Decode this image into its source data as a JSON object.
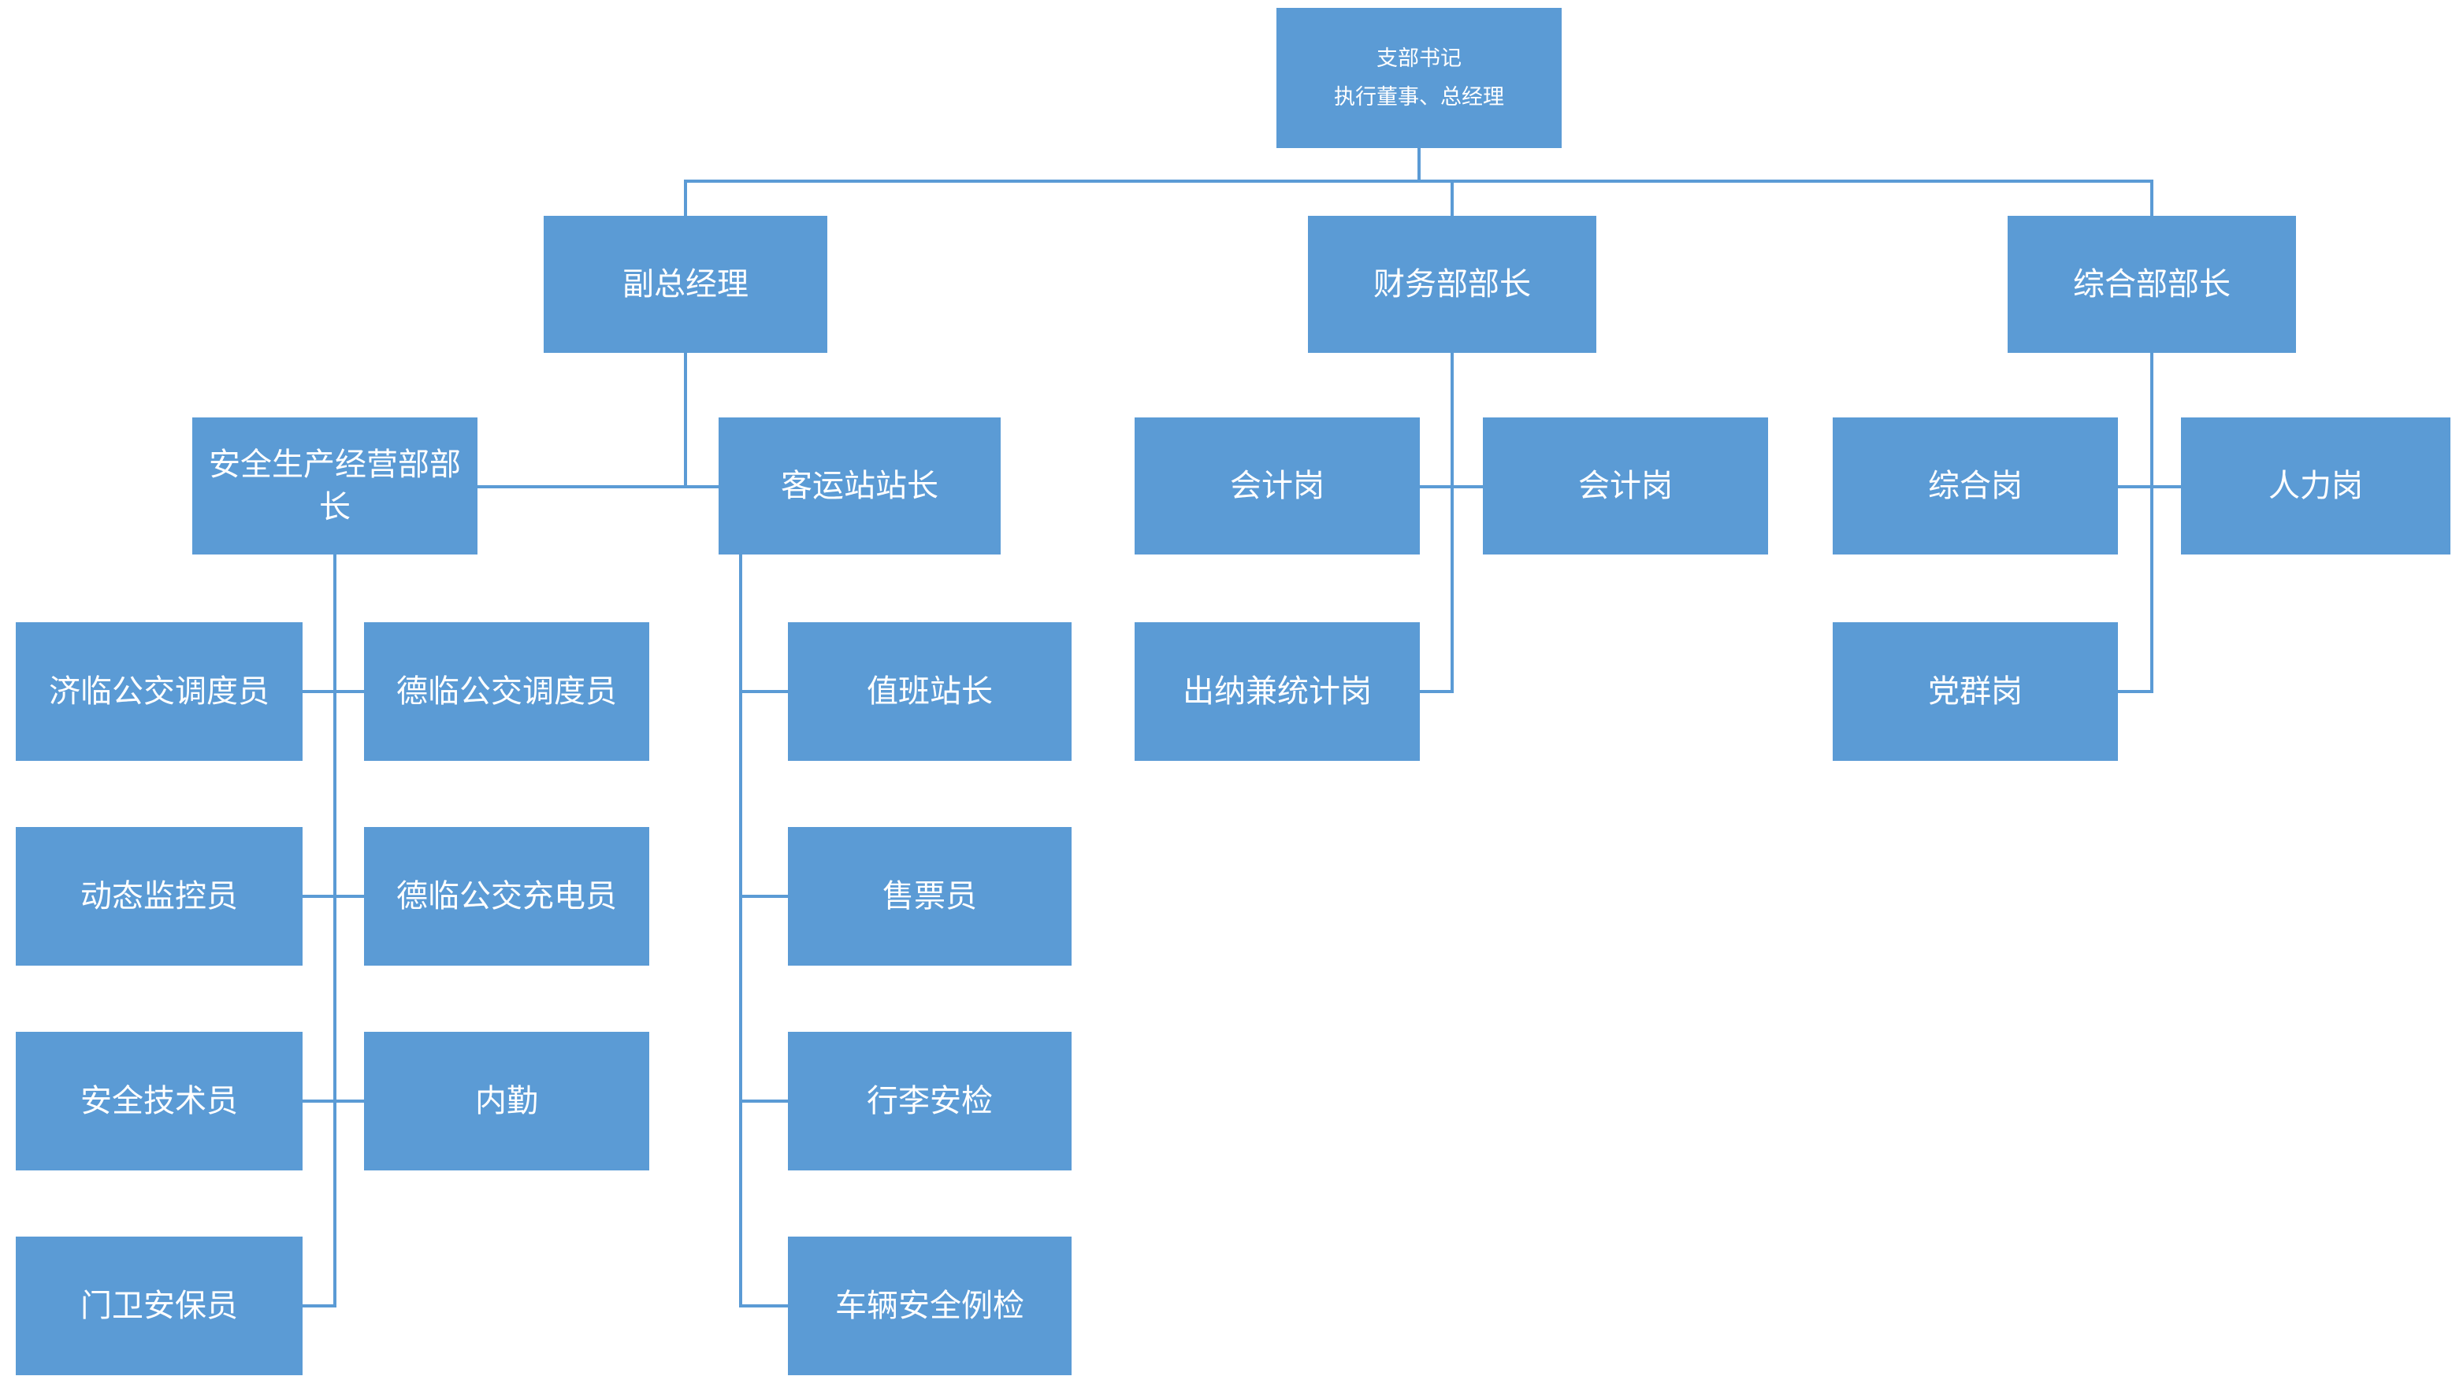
{
  "diagram": {
    "type": "org-chart",
    "description": "公司组织结构图"
  },
  "colors": {
    "box_fill": "#5b9bd5",
    "box_text": "#ffffff",
    "line_color": "#5b9bd5",
    "background": "#ffffff"
  },
  "nodes": {
    "secretary": {
      "label": "支部书记",
      "label2": "执行董事、总经理"
    },
    "deputy_gm": {
      "label": "副总经理"
    },
    "finance_head": {
      "label": "财务部部长"
    },
    "general_head": {
      "label": "综合部部长"
    },
    "safety_head": {
      "label": "安全生产经营部部长"
    },
    "station_master": {
      "label": "客运站站长"
    },
    "accountant_1": {
      "label": "会计岗"
    },
    "accountant_2": {
      "label": "会计岗"
    },
    "general_post": {
      "label": "综合岗"
    },
    "hr_post": {
      "label": "人力岗"
    },
    "jilin_dispatcher": {
      "label": "济临公交调度员"
    },
    "delin_dispatcher": {
      "label": "德临公交调度员"
    },
    "duty_master": {
      "label": "值班站长"
    },
    "cashier": {
      "label": "出纳兼统计岗"
    },
    "party_post": {
      "label": "党群岗"
    },
    "monitor": {
      "label": "动态监控员"
    },
    "delin_charger": {
      "label": "德临公交充电员"
    },
    "ticket_seller": {
      "label": "售票员"
    },
    "safety_tech": {
      "label": "安全技术员"
    },
    "office_clerk": {
      "label": "内勤"
    },
    "luggage_check": {
      "label": "行李安检"
    },
    "guard": {
      "label": "门卫安保员"
    },
    "vehicle_check": {
      "label": "车辆安全例检"
    }
  },
  "edges": [
    [
      "secretary",
      "deputy_gm"
    ],
    [
      "secretary",
      "finance_head"
    ],
    [
      "secretary",
      "general_head"
    ],
    [
      "deputy_gm",
      "safety_head"
    ],
    [
      "deputy_gm",
      "station_master"
    ],
    [
      "safety_head",
      "jilin_dispatcher"
    ],
    [
      "safety_head",
      "delin_dispatcher"
    ],
    [
      "safety_head",
      "monitor"
    ],
    [
      "safety_head",
      "delin_charger"
    ],
    [
      "safety_head",
      "safety_tech"
    ],
    [
      "safety_head",
      "office_clerk"
    ],
    [
      "safety_head",
      "guard"
    ],
    [
      "station_master",
      "duty_master"
    ],
    [
      "station_master",
      "ticket_seller"
    ],
    [
      "station_master",
      "luggage_check"
    ],
    [
      "station_master",
      "vehicle_check"
    ],
    [
      "finance_head",
      "accountant_1"
    ],
    [
      "finance_head",
      "accountant_2"
    ],
    [
      "finance_head",
      "cashier"
    ],
    [
      "general_head",
      "general_post"
    ],
    [
      "general_head",
      "hr_post"
    ],
    [
      "general_head",
      "party_post"
    ]
  ]
}
